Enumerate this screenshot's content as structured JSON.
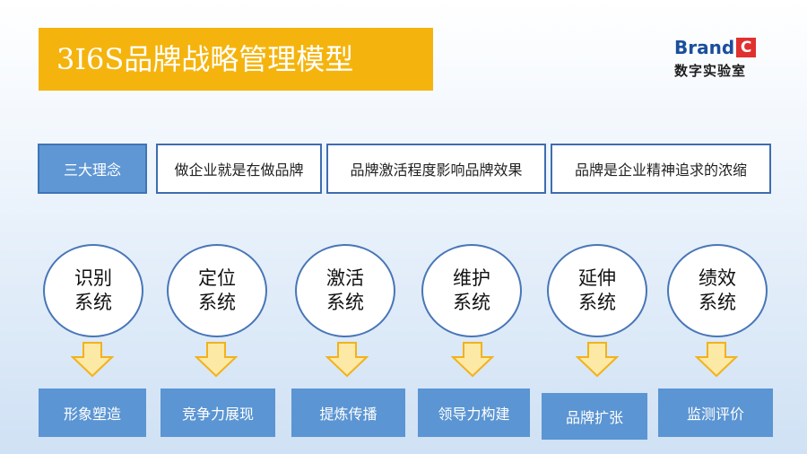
{
  "title": "3I6S品牌战略管理模型",
  "logo": {
    "word": "Brand",
    "letter": "C",
    "sub": "数字实验室"
  },
  "concepts": {
    "label": "三大理念",
    "items": [
      "做企业就是在做品牌",
      "品牌激活程度影响品牌效果",
      "品牌是企业精神追求的浓缩"
    ]
  },
  "systems": [
    {
      "line1": "识别",
      "line2": "系统",
      "outcome": "形象塑造"
    },
    {
      "line1": "定位",
      "line2": "系统",
      "outcome": "竞争力展现"
    },
    {
      "line1": "激活",
      "line2": "系统",
      "outcome": "提炼传播"
    },
    {
      "line1": "维护",
      "line2": "系统",
      "outcome": "领导力构建"
    },
    {
      "line1": "延伸",
      "line2": "系统",
      "outcome": "品牌扩张"
    },
    {
      "line1": "绩效",
      "line2": "系统",
      "outcome": "监测评价"
    }
  ],
  "colors": {
    "title_bg": "#f5b40d",
    "accent_blue": "#5b95d3",
    "arrow_fill": "#fde9a6",
    "arrow_stroke": "#f2b21b",
    "logo_red": "#e0312f",
    "logo_blue": "#1a4e9c"
  }
}
